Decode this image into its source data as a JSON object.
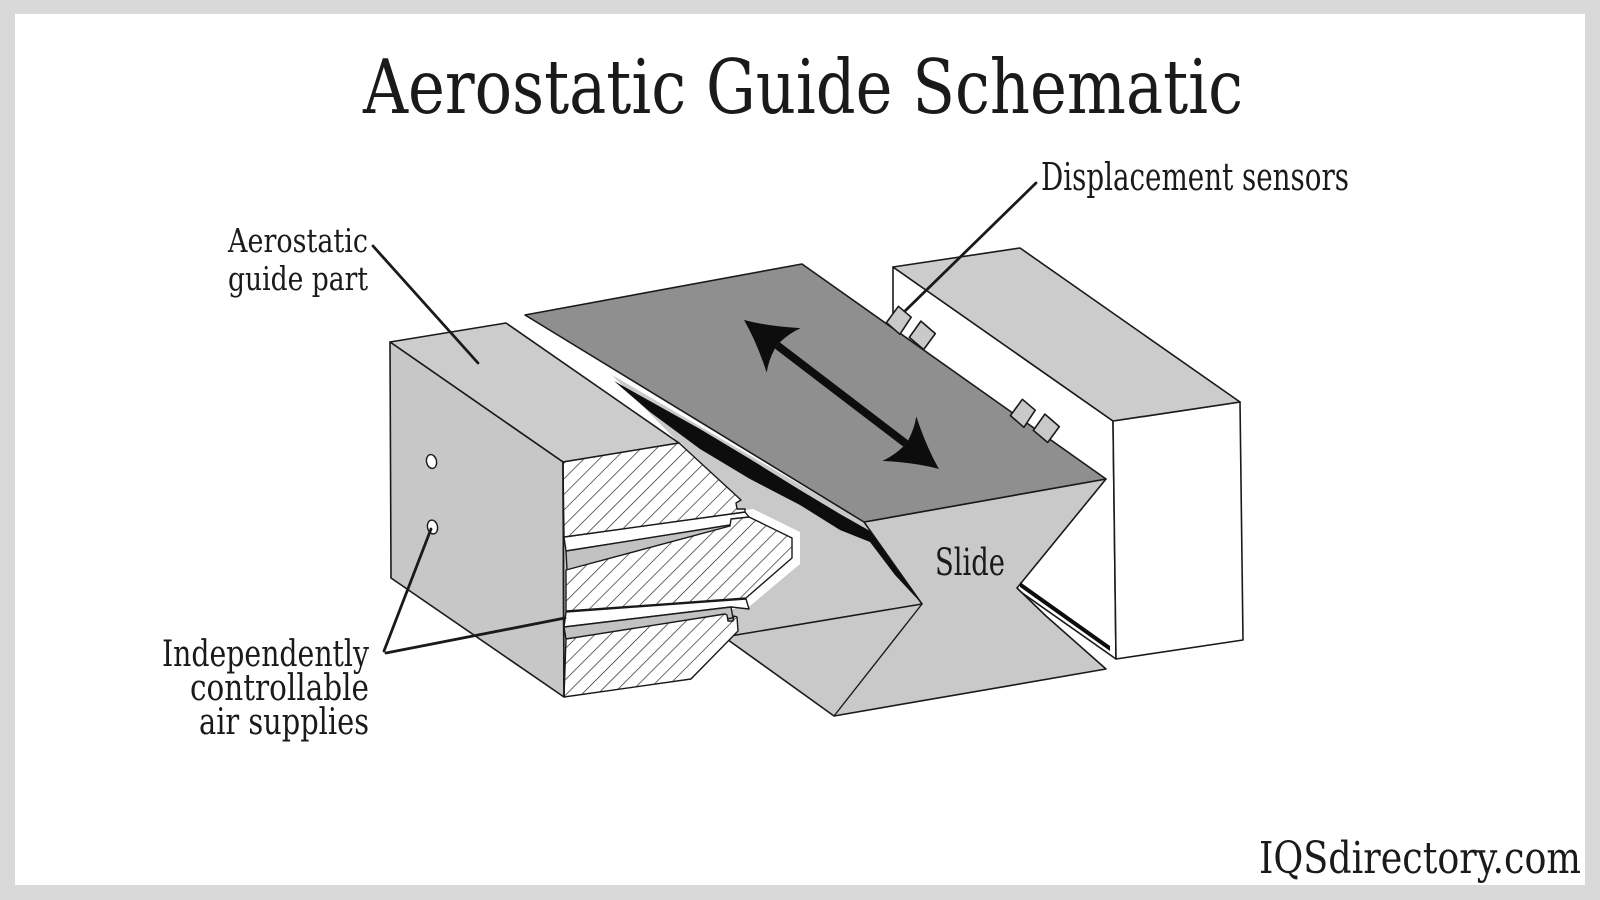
{
  "title": {
    "text": "Aerostatic Guide Schematic"
  },
  "labels": {
    "displacement_sensors": "Displacement sensors",
    "aerostatic_guide_part": {
      "line1": "Aerostatic",
      "line2": "guide part"
    },
    "slide": "Slide",
    "air_supplies": {
      "line1": "Independently",
      "line2": "controllable",
      "line3": "air supplies"
    }
  },
  "watermark": {
    "text": "IQSdirectory.com"
  },
  "icons": {
    "motion_arrow": "double-headed-arrow-icon"
  },
  "colors": {
    "frame": "#d9d9d9",
    "background": "#ffffff",
    "light_face": "#c9c9c9",
    "slot_strip": "#c2c2c2",
    "slide_top": "#8f8f8f",
    "line": "#1a1a1a",
    "ghost_face": "#ffffff"
  }
}
